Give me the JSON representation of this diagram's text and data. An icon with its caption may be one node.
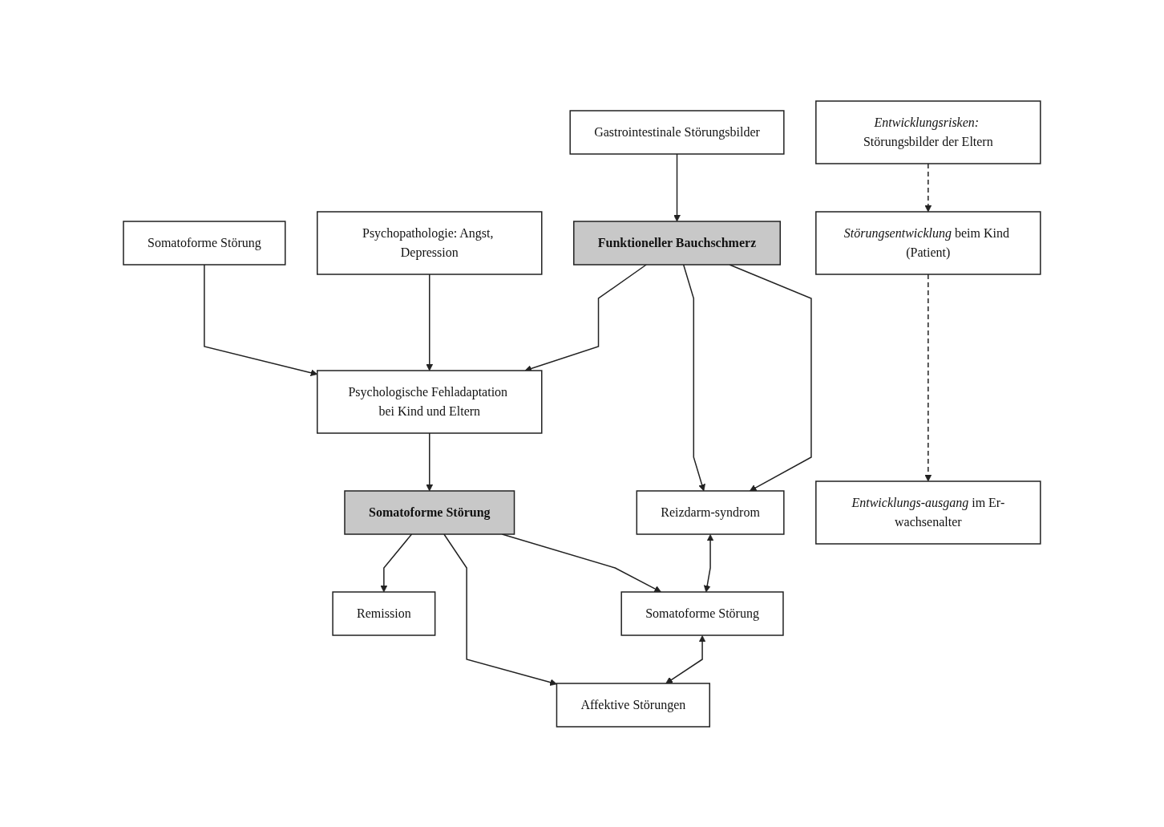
{
  "diagram": {
    "nodes": [
      {
        "text": [
          "*Entwicklungsrisken:* Störungsbilder der Eltern"
        ]
      },
      {
        "text": [
          "Gastrointestinale Störungsbilder"
        ]
      },
      {
        "text": [
          "Somatoforme Störung"
        ]
      },
      {
        "text": [
          "Psychopathologie: Angst, Depression"
        ]
      },
      {
        "text": [
          "*Störungsentwicklung* beim Kind (Patient)"
        ]
      },
      {
        "text": [
          "Funktioneller Bauchschmerz"
        ]
      },
      {
        "text": [
          "Psychologische Fehladaptation bei Kind und Eltern"
        ]
      },
      {
        "text": [
          "Somatoforme Störung"
        ]
      },
      {
        "text": [
          "*Entwicklungs-ausgang* im Er-wachsenalter"
        ]
      },
      {
        "text": [
          "Reizdarm-syndrom"
        ]
      },
      {
        "text": [
          "Somatoforme Störung"
        ]
      },
      {
        "text": [
          "Affektive Störungen"
        ]
      },
      {
        "text": [
          "Remission"
        ]
      }
    ],
    "edges": [
      {
        "from": 0,
        "to": 4,
        "arrow": "to",
        "style": "dashed"
      },
      {
        "from": 1,
        "to": 5,
        "arrow": "to"
      },
      {
        "from": 2,
        "to": 6,
        "arrow": "to"
      },
      {
        "from": 3,
        "to": 6,
        "arrow": "to"
      },
      {
        "from": 5,
        "to": 6,
        "arrow": "to"
      },
      {
        "from": 6,
        "to": 7,
        "arrow": "to"
      },
      {
        "from": 4,
        "to": 8,
        "arrow": "to",
        "style": "dashed"
      },
      {
        "from": 5,
        "to": 9,
        "arrow": "to"
      },
      {
        "from": 5,
        "to": 9,
        "arrow": "to"
      },
      {
        "from": 7,
        "to": 10,
        "arrow": "to"
      },
      {
        "from": 7,
        "to": 11,
        "arrow": "to"
      },
      {
        "from": 7,
        "to": 12,
        "arrow": "to"
      },
      {
        "from": 9,
        "to": 10,
        "arrow": "both"
      },
      {
        "from": 10,
        "to": 11,
        "arrow": "both"
      }
    ]
  }
}
